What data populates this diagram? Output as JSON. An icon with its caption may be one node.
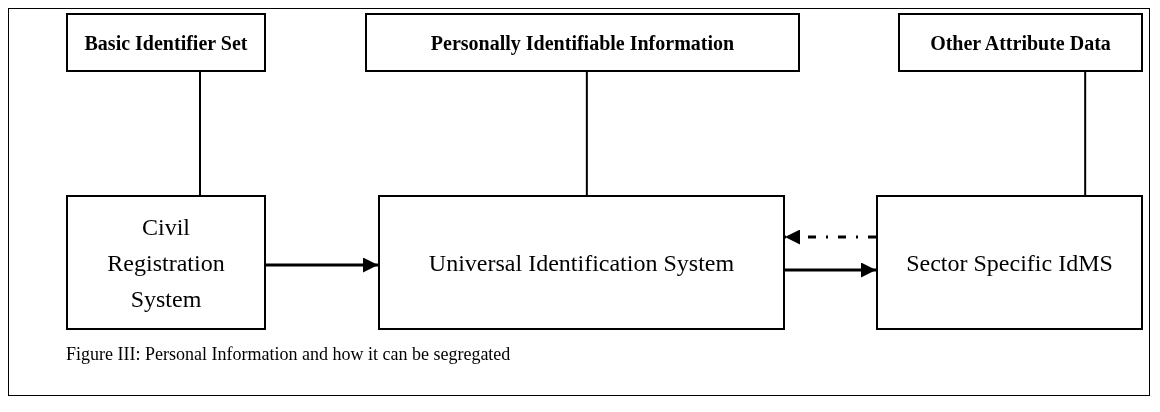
{
  "diagram": {
    "caption": "Figure III: Personal Information and how it can be segregated",
    "nodes": [
      {
        "text": [
          "Basic Identifier Set"
        ]
      },
      {
        "text": [
          "Personally Identifiable Information"
        ]
      },
      {
        "text": [
          "Other Attribute Data"
        ]
      },
      {
        "text": [
          "Civil Registration System"
        ]
      },
      {
        "text": [
          "Universal Identification System"
        ]
      },
      {
        "text": [
          "Sector Specific IdMS"
        ]
      }
    ],
    "edges": [
      {
        "from": 0,
        "to": 3,
        "arrow": "none"
      },
      {
        "from": 1,
        "to": 4,
        "arrow": "none"
      },
      {
        "from": 2,
        "to": 5,
        "arrow": "none"
      },
      {
        "from": 3,
        "to": 4,
        "arrow": "to"
      },
      {
        "from": 4,
        "to": 5,
        "arrow": "to"
      },
      {
        "from": 5,
        "to": 4,
        "arrow": "to",
        "style": "dashed"
      }
    ]
  }
}
